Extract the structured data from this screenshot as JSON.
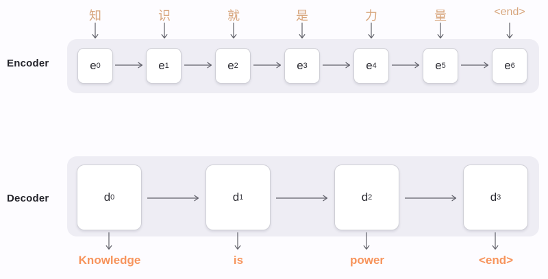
{
  "diagram": {
    "title": "Encoder-Decoder sequence diagram",
    "colors": {
      "background": "#fdfcff",
      "band": "#eeedf4",
      "cell": "#ffffff",
      "cell_border": "#cfcfd6",
      "input_token": "#d7a57c",
      "output_token": "#f7945c",
      "arrow": "#5f5f68",
      "label": "#24242b"
    }
  },
  "encoder": {
    "label": "Encoder",
    "cells": [
      {
        "name": "e",
        "index": "0"
      },
      {
        "name": "e",
        "index": "1"
      },
      {
        "name": "e",
        "index": "2"
      },
      {
        "name": "e",
        "index": "3"
      },
      {
        "name": "e",
        "index": "4"
      },
      {
        "name": "e",
        "index": "5"
      },
      {
        "name": "e",
        "index": "6"
      }
    ],
    "inputs": [
      "知",
      "识",
      "就",
      "是",
      "力",
      "量",
      "<end>"
    ]
  },
  "decoder": {
    "label": "Decoder",
    "cells": [
      {
        "name": "d",
        "index": "0"
      },
      {
        "name": "d",
        "index": "1"
      },
      {
        "name": "d",
        "index": "2"
      },
      {
        "name": "d",
        "index": "3"
      }
    ],
    "outputs": [
      "Knowledge",
      "is",
      "power",
      "<end>"
    ]
  }
}
